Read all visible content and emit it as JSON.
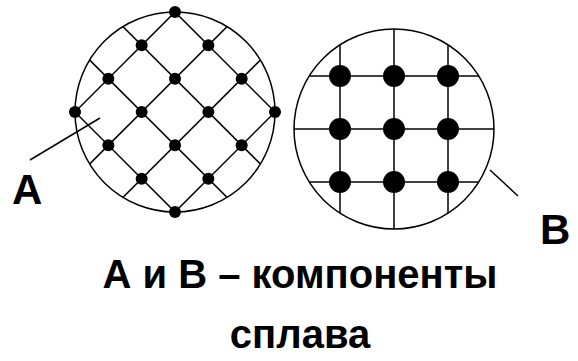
{
  "diagram": {
    "caption": "А и В – компоненты сплава",
    "labels": [
      "А",
      "В"
    ]
  }
}
